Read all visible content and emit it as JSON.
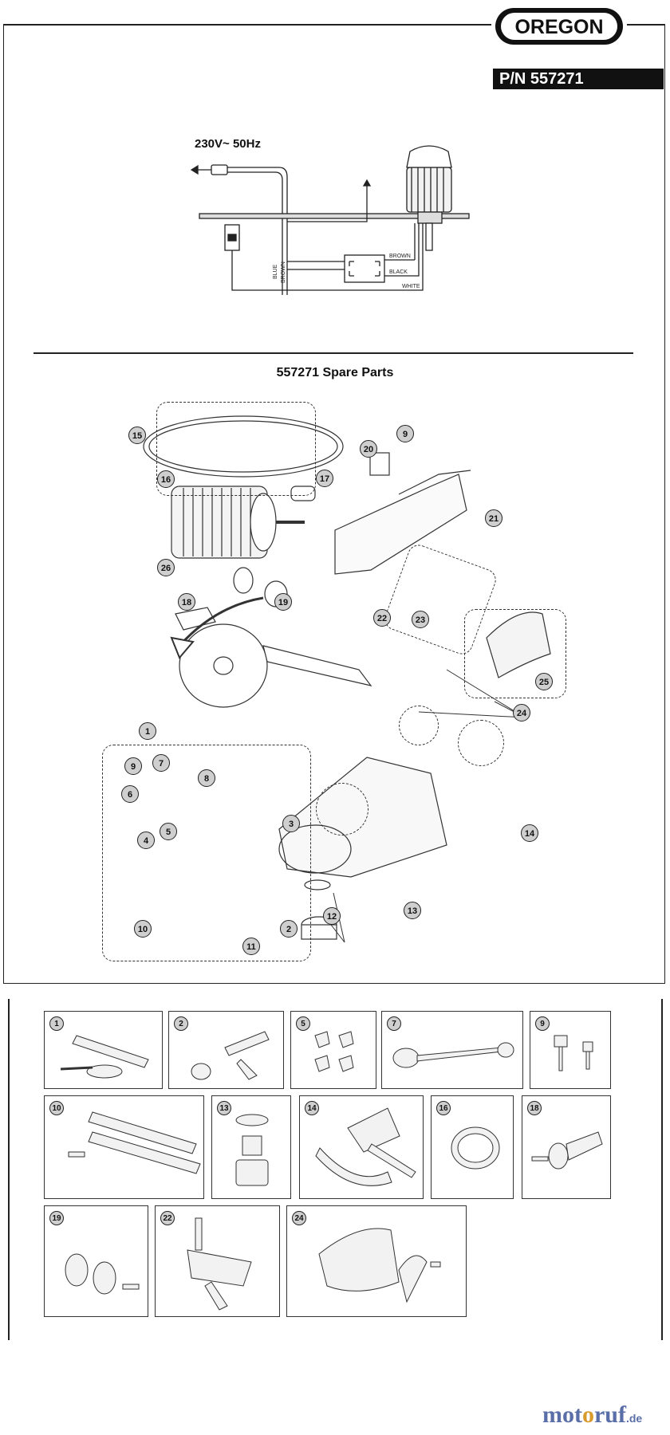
{
  "brand": {
    "logo_text": "OREGON"
  },
  "part_number": "P/N 557271",
  "wiring": {
    "supply": "230V~   50Hz",
    "wires": {
      "blue": "BLUE",
      "brown_vertical": "BROWN",
      "brown": "BROWN",
      "black": "BLACK",
      "white": "WHITE"
    }
  },
  "spare_parts_title": "557271 Spare Parts",
  "callouts": [
    "15",
    "16",
    "17",
    "26",
    "20",
    "9",
    "21",
    "18",
    "19",
    "22",
    "23",
    "25",
    "24",
    "1",
    "7",
    "9",
    "8",
    "6",
    "3",
    "5",
    "4",
    "10",
    "2",
    "11",
    "14",
    "12",
    "13"
  ],
  "detail_tiles": [
    "1",
    "2",
    "5",
    "7",
    "9",
    "10",
    "13",
    "14",
    "16",
    "18",
    "19",
    "22",
    "24"
  ],
  "footer": {
    "site_a": "mot",
    "site_b": "o",
    "site_c": "ruf",
    "tld": ".de"
  }
}
